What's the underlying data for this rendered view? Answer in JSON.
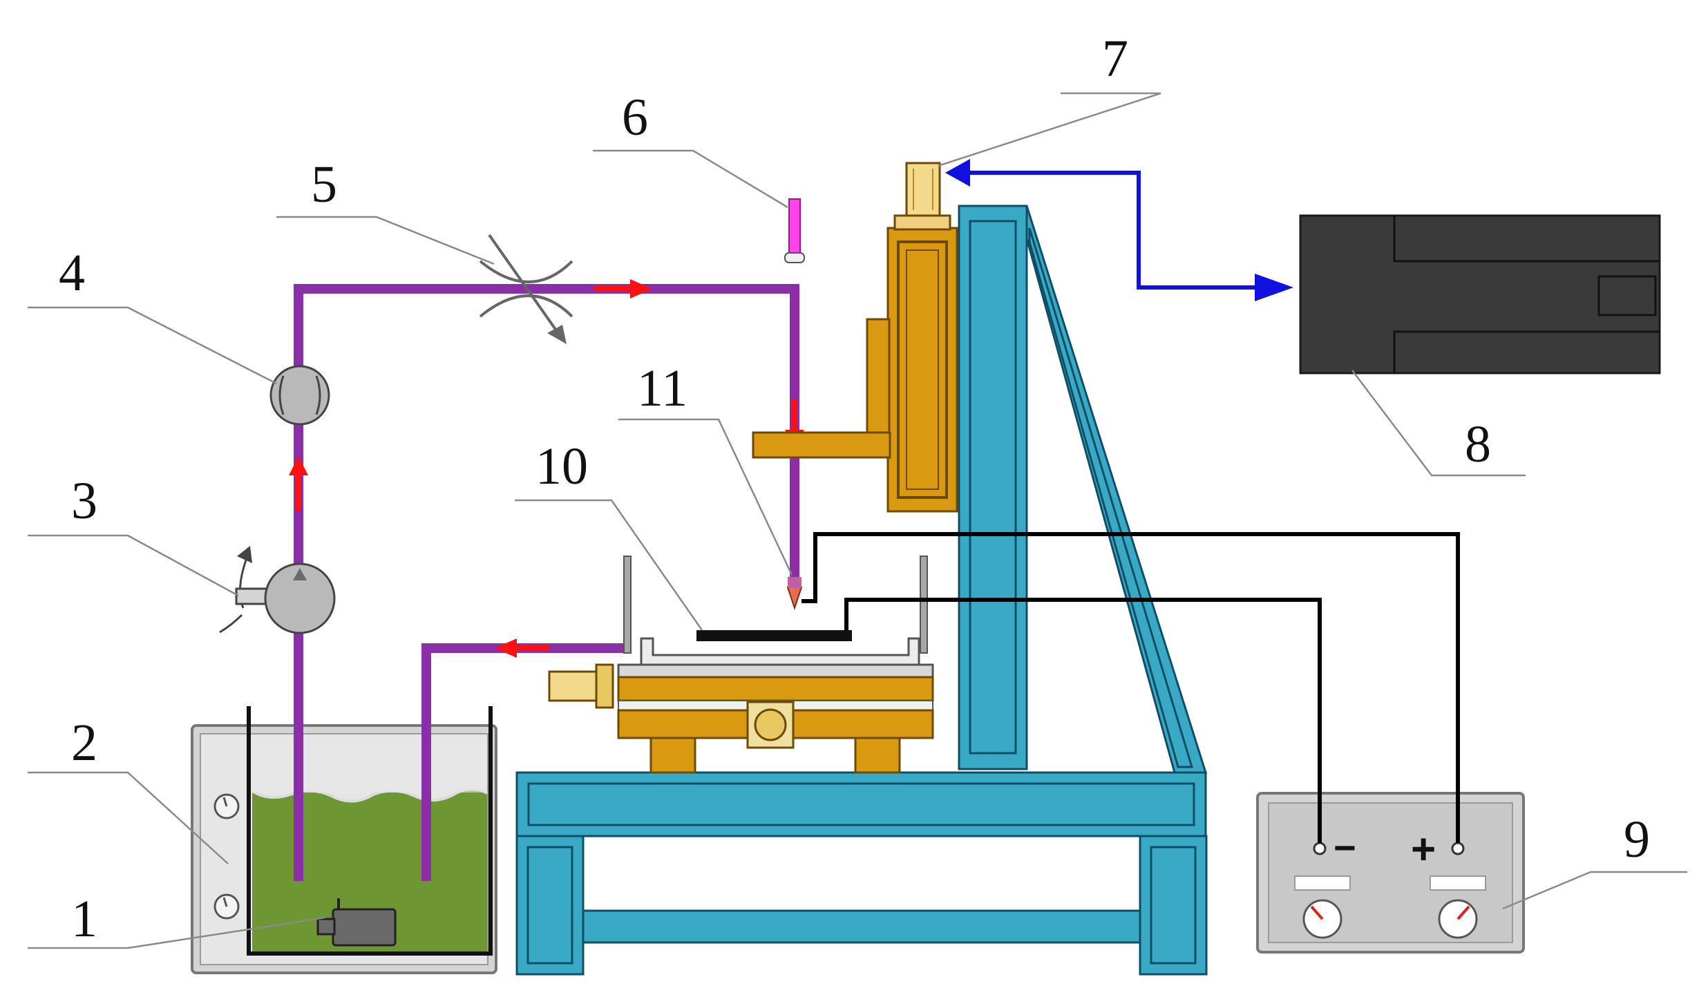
{
  "labels": {
    "n1": "1",
    "n2": "2",
    "n3": "3",
    "n4": "4",
    "n5": "5",
    "n6": "6",
    "n7": "7",
    "n8": "8",
    "n9": "9",
    "n10": "10",
    "n11": "11"
  },
  "power_supply": {
    "minus": "−",
    "plus": "+"
  },
  "colors": {
    "pipe": "#8a2fa8",
    "flow_arrow": "#ff1010",
    "signal_arrow": "#1010e0",
    "frame": "#3aa9c6",
    "stage_gold": "#d99a12",
    "liquid": "#6e9633",
    "controller": "#3a3a3a"
  }
}
